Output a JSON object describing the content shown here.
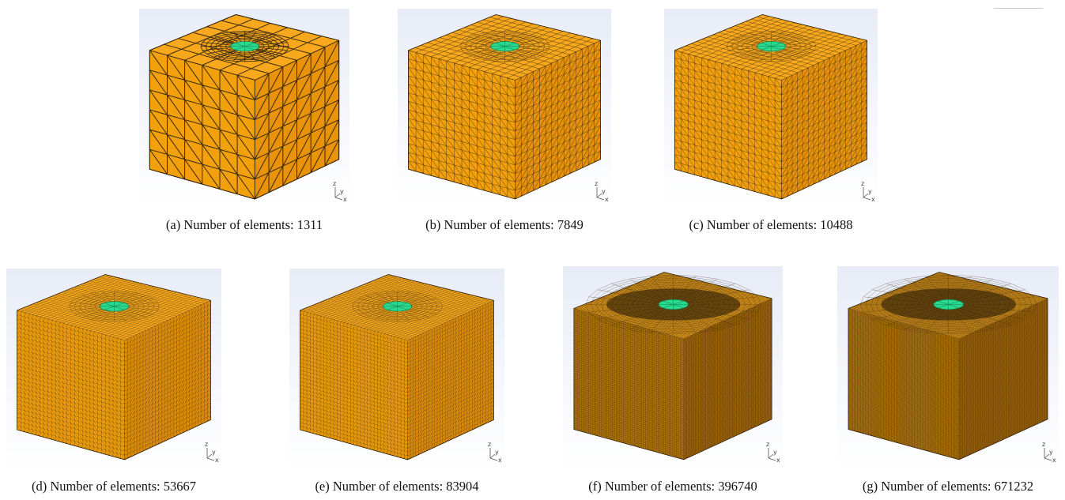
{
  "colors": {
    "side_fill": "#f2a00c",
    "side_fill_dark": "#e8930a",
    "top_fill": "#f7a81c",
    "mesh_line": "#3b2a10",
    "inclusion": "#28d98e",
    "viewport_top": "#e8ecf7"
  },
  "triad": {
    "z": "z",
    "y": "y",
    "x": "x"
  },
  "panels": [
    {
      "id": "a",
      "caption": "(a) Number of elements: 1311",
      "elements": 1311,
      "divisions": 6
    },
    {
      "id": "b",
      "caption": "(b) Number of elements: 7849",
      "elements": 7849,
      "divisions": 14
    },
    {
      "id": "c",
      "caption": "(c) Number of elements: 10488",
      "elements": 10488,
      "divisions": 16
    },
    {
      "id": "d",
      "caption": "(d) Number of elements: 53667",
      "elements": 53667,
      "divisions": 28
    },
    {
      "id": "e",
      "caption": "(e) Number of elements: 83904",
      "elements": 83904,
      "divisions": 32
    },
    {
      "id": "f",
      "caption": "(f) Number of elements: 396740",
      "elements": 396740,
      "divisions": 60
    },
    {
      "id": "g",
      "caption": "(g) Number of elements: 671232",
      "elements": 671232,
      "divisions": 72
    }
  ]
}
